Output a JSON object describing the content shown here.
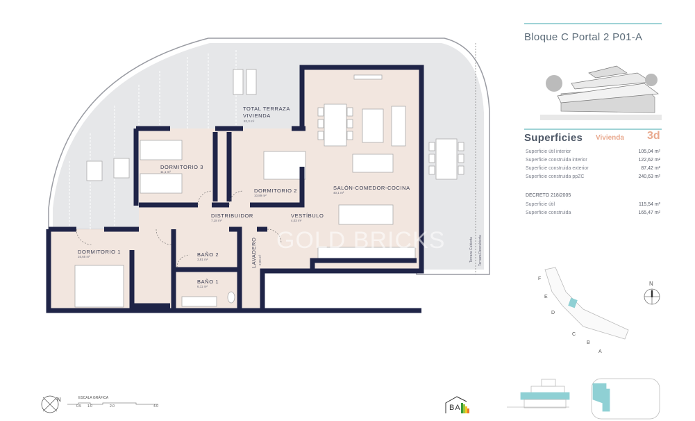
{
  "header": {
    "title": "Bloque C Portal 2 P01-A"
  },
  "superficies": {
    "heading": "Superficies",
    "vivienda_label": "Vivienda",
    "vivienda_type": "3d",
    "rows": [
      {
        "label": "Superficie útil interior",
        "value": "105,04 m²"
      },
      {
        "label": "Superficie construida interior",
        "value": "122,62 m²"
      },
      {
        "label": "Superficie construida exterior",
        "value": "87,42 m²"
      },
      {
        "label": "Superficie construida ppZC",
        "value": "240,63 m²"
      }
    ],
    "decreto": {
      "heading": "DECRETO 218/2005",
      "rows": [
        {
          "label": "Superficie útil",
          "value": "115,54 m²"
        },
        {
          "label": "Superficie construida",
          "value": "165,47 m²"
        }
      ]
    }
  },
  "plan": {
    "rooms": [
      {
        "name": "TOTAL TERRAZA",
        "name2": "VIVIENDA",
        "area": "82,3 m²"
      },
      {
        "name": "DORMITORIO 3",
        "area": "11,1 m²"
      },
      {
        "name": "DORMITORIO 2",
        "area": "10,89 m²"
      },
      {
        "name": "SALÓN-COMEDOR-COCINA",
        "area": "40,1 m²"
      },
      {
        "name": "DISTRIBUIDOR",
        "area": "7,18 m²"
      },
      {
        "name": "VESTÍBULO",
        "area": "4,03 m²"
      },
      {
        "name": "DORMITORIO 1",
        "area": "16,65 m²"
      },
      {
        "name": "BAÑO 2",
        "area": "3,81 m²"
      },
      {
        "name": "LAVADERO",
        "area": "2,09 m²"
      },
      {
        "name": "BAÑO 1",
        "area": "6,11 m²"
      }
    ],
    "terrace_cubierta": "Terraza Cubierta",
    "terrace_descubierta": "Terraza Descubierta",
    "watermark": "GOLD BRICKS",
    "colors": {
      "wall": "#1f2447",
      "floor": "#f2e6df",
      "terrace": "#e6e7e9",
      "accent": "#8fd0d4"
    }
  },
  "scale": {
    "label": "ESCALA GRÁFICA",
    "ticks": [
      "0.5",
      "1.0",
      "2.0",
      "4.0"
    ],
    "north": "N"
  },
  "site_plan": {
    "blocks": [
      "F",
      "E",
      "D",
      "C",
      "B",
      "A"
    ],
    "north": "N"
  },
  "energy": {
    "label": "BA"
  }
}
